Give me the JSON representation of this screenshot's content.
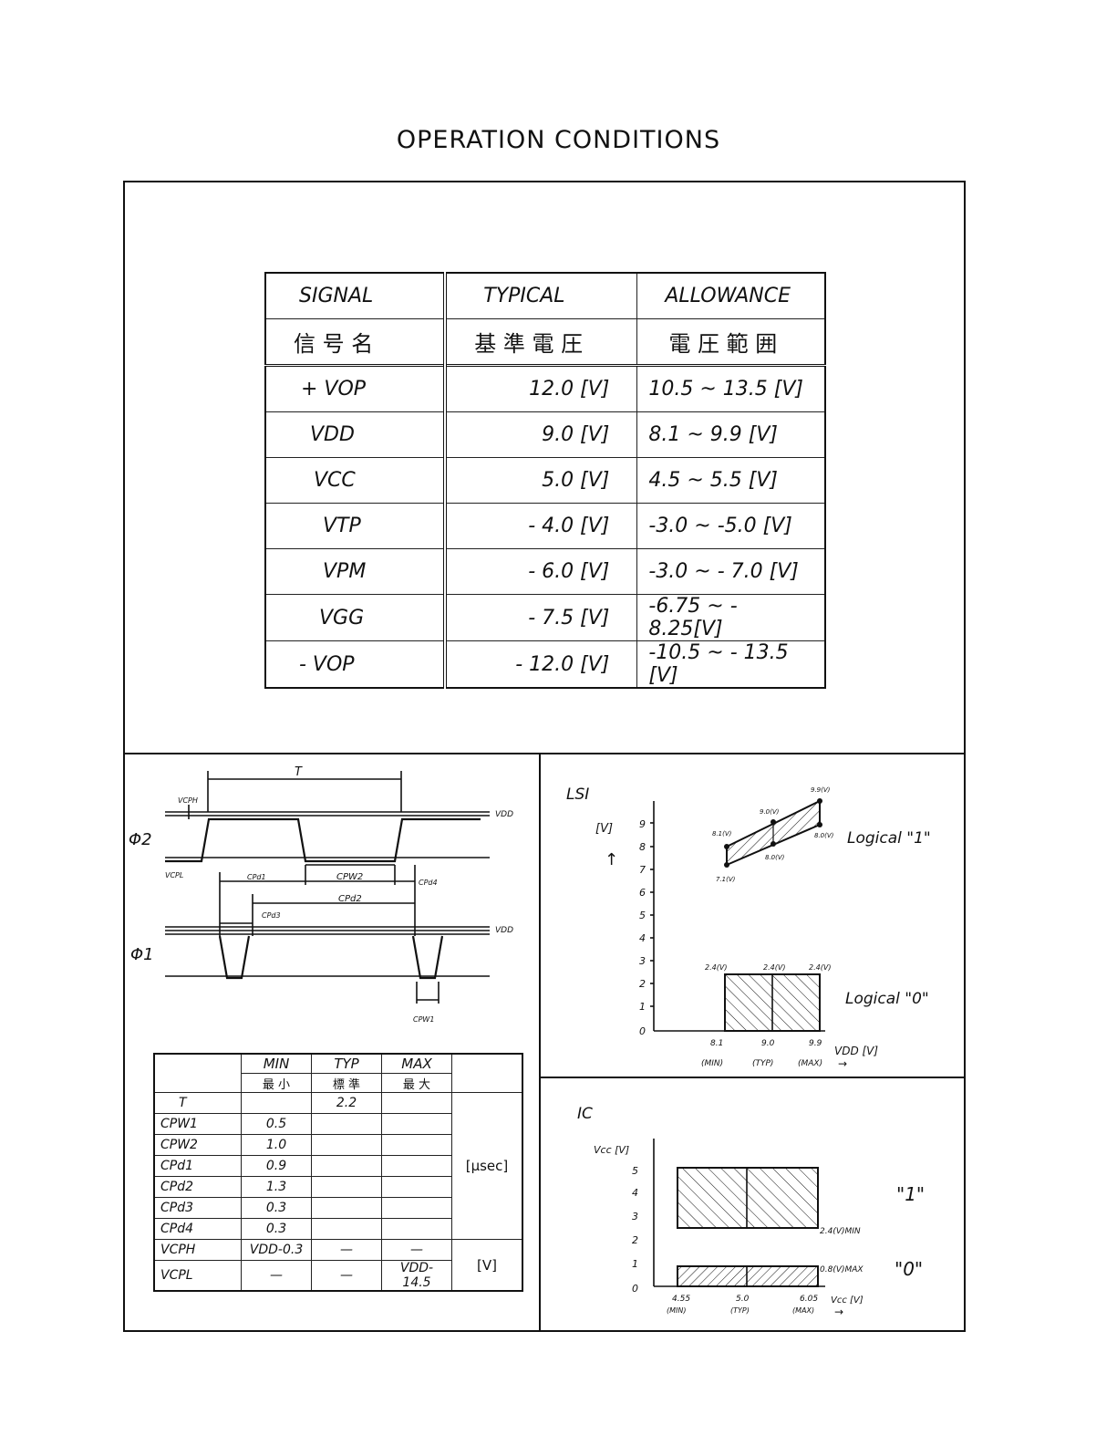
{
  "page_title": "OPERATION CONDITIONS",
  "signal_table": {
    "headers_en": [
      "SIGNAL",
      "TYPICAL",
      "ALLOWANCE"
    ],
    "headers_jp": [
      "信 号 名",
      "基 準 電 圧",
      "電 圧 範 囲"
    ],
    "rows": [
      {
        "signal": "+ VOP",
        "typical": "12.0 [V]",
        "allowance": "10.5 ~ 13.5 [V]"
      },
      {
        "signal": "VDD",
        "typical": "9.0 [V]",
        "allowance": "8.1 ~ 9.9 [V]"
      },
      {
        "signal": "VCC",
        "typical": "5.0 [V]",
        "allowance": "4.5 ~ 5.5 [V]"
      },
      {
        "signal": "VTP",
        "typical": "- 4.0 [V]",
        "allowance": "-3.0 ~ -5.0 [V]"
      },
      {
        "signal": "VPM",
        "typical": "- 6.0 [V]",
        "allowance": "-3.0 ~ - 7.0 [V]"
      },
      {
        "signal": "VGG",
        "typical": "- 7.5 [V]",
        "allowance": "-6.75 ~ - 8.25[V]"
      },
      {
        "signal": "- VOP",
        "typical": "- 12.0 [V]",
        "allowance": "-10.5 ~ - 13.5 [V]"
      }
    ]
  },
  "timing_diagram": {
    "phi2": "Φ2",
    "phi1": "Φ1",
    "period": "T",
    "vcph": "VCPH",
    "vcpl": "VCPL",
    "vdd_top": "VDD",
    "vdd_bottom": "VDD",
    "cpd1": "CPd1",
    "cpw2": "CPW2",
    "cpd4": "CPd4",
    "cpd2": "CPd2",
    "cpd3": "CPd3",
    "cpw1": "CPW1"
  },
  "timing_table": {
    "headers_en": [
      "MIN",
      "TYP",
      "MAX"
    ],
    "headers_jp": [
      "最 小",
      "標 準",
      "最 大"
    ],
    "rows": [
      {
        "name": "T",
        "min": "",
        "typ": "2.2",
        "max": ""
      },
      {
        "name": "CPW1",
        "min": "0.5",
        "typ": "",
        "max": ""
      },
      {
        "name": "CPW2",
        "min": "1.0",
        "typ": "",
        "max": ""
      },
      {
        "name": "CPd1",
        "min": "0.9",
        "typ": "",
        "max": ""
      },
      {
        "name": "CPd2",
        "min": "1.3",
        "typ": "",
        "max": ""
      },
      {
        "name": "CPd3",
        "min": "0.3",
        "typ": "",
        "max": ""
      },
      {
        "name": "CPd4",
        "min": "0.3",
        "typ": "",
        "max": ""
      },
      {
        "name": "VCPH",
        "min": "VDD-0.3",
        "typ": "—",
        "max": "—"
      },
      {
        "name": "VCPL",
        "min": "—",
        "typ": "—",
        "max": "VDD-14.5"
      }
    ],
    "unit_time": "[μsec]",
    "unit_volt": "[V]"
  },
  "lsi_chart": {
    "title": "LSI",
    "ylabel": "[V]",
    "yticks": [
      "9",
      "8",
      "7",
      "6",
      "5",
      "4",
      "3",
      "2",
      "1",
      "0"
    ],
    "xticks": [
      "8.1",
      "9.0",
      "9.9"
    ],
    "xtick_sub": [
      "(MIN)",
      "(TYP)",
      "(MAX)"
    ],
    "xlabel": "VDD [V]",
    "arrow": "→",
    "up_arrow": "↑",
    "logical1": "Logical \"1\"",
    "logical0": "Logical \"0\"",
    "pt_labels_1": [
      "9.9(V)",
      "9.0(V)",
      "8.1(V)",
      "8.0(V)",
      "8.0(V)",
      "7.1(V)"
    ],
    "pt_labels_0": [
      "2.4(V)",
      "2.4(V)",
      "2.4(V)"
    ]
  },
  "ic_chart": {
    "title": "IC",
    "ylabel": "Vcc [V]",
    "yticks": [
      "5",
      "4",
      "3",
      "2",
      "1",
      "0"
    ],
    "xticks": [
      "4.55",
      "5.0",
      "6.05"
    ],
    "xtick_sub": [
      "(MIN)",
      "(TYP)",
      "(MAX)"
    ],
    "xlabel": "Vcc [V]",
    "arrow": "→",
    "label_1": "\"1\"",
    "label_0": "\"0\"",
    "min_label": "2.4(V)MIN",
    "max_label": "0.8(V)MAX"
  },
  "colors": {
    "ink": "#111111",
    "background": "#ffffff"
  }
}
